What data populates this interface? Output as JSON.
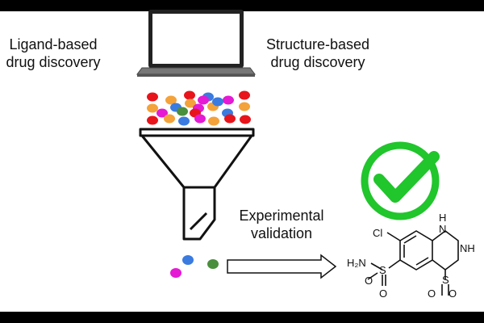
{
  "labels": {
    "ligand_line1": "Ligand-based",
    "ligand_line2": "drug discovery",
    "structure_line1": "Structure-based",
    "structure_line2": "drug discovery",
    "exp_line1": "Experimental",
    "exp_line2": "validation"
  },
  "molecule": {
    "cl": "Cl",
    "nh_top": "H",
    "n_top": "N",
    "nh_right": "NH",
    "nh2": "H₂N",
    "s_left": "S",
    "s_right": "S",
    "o": "O"
  },
  "colors": {
    "red": "#e8141b",
    "orange": "#f4a23a",
    "blue": "#3a7be0",
    "magenta": "#e41ad4",
    "green": "#4a8f3c",
    "check": "#21c52c"
  },
  "icons": [
    "laptop-icon",
    "funnel-icon",
    "arrow-icon",
    "checkmark-icon",
    "molecule-structure"
  ]
}
